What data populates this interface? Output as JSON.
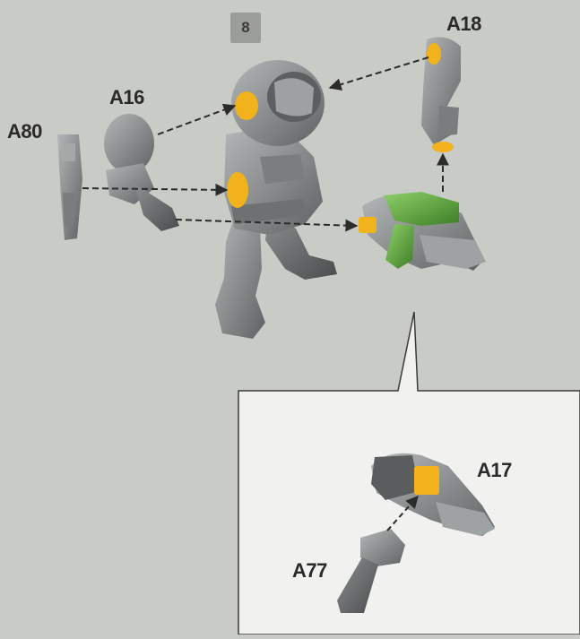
{
  "step": {
    "number": "8"
  },
  "labels": {
    "a80": "A80",
    "a16": "A16",
    "a18": "A18",
    "a17": "A17",
    "a77": "A77"
  },
  "colors": {
    "background": "#c9ccc6",
    "part_grey": "#8c8f90",
    "glue_highlight": "#f2b21c",
    "green_part": "#5aa03a",
    "inset_background": "#f1f1ef",
    "arrow": "#333333"
  }
}
